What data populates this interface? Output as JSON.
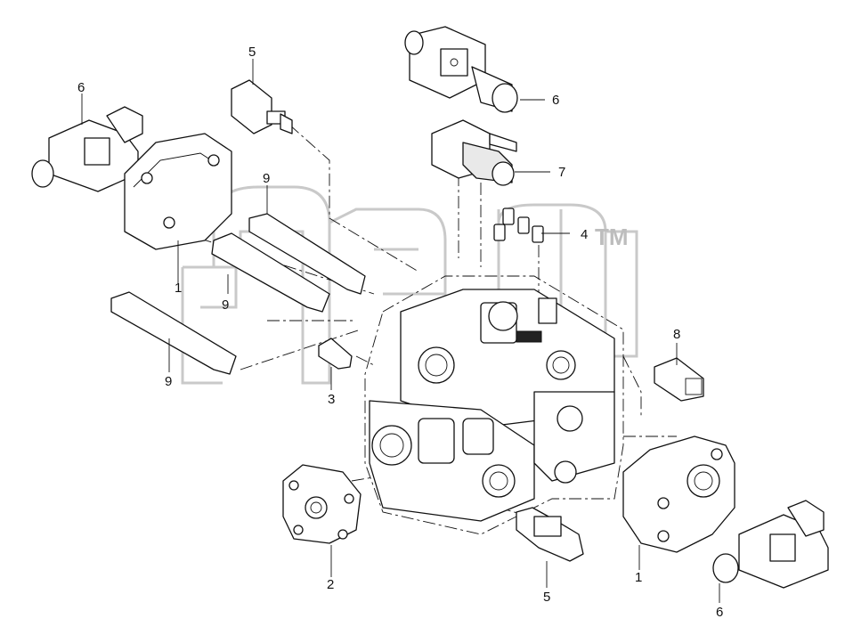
{
  "watermark": {
    "trademark": "TM"
  },
  "callouts": {
    "c1_left": "1",
    "c1_right": "1",
    "c2": "2",
    "c3": "3",
    "c4": "4",
    "c5_top": "5",
    "c5_bottom": "5",
    "c6_left": "6",
    "c6_top": "6",
    "c6_bottom": "6",
    "c7": "7",
    "c8": "8",
    "c9_top": "9",
    "c9_mid": "9",
    "c9_bottom": "9"
  }
}
